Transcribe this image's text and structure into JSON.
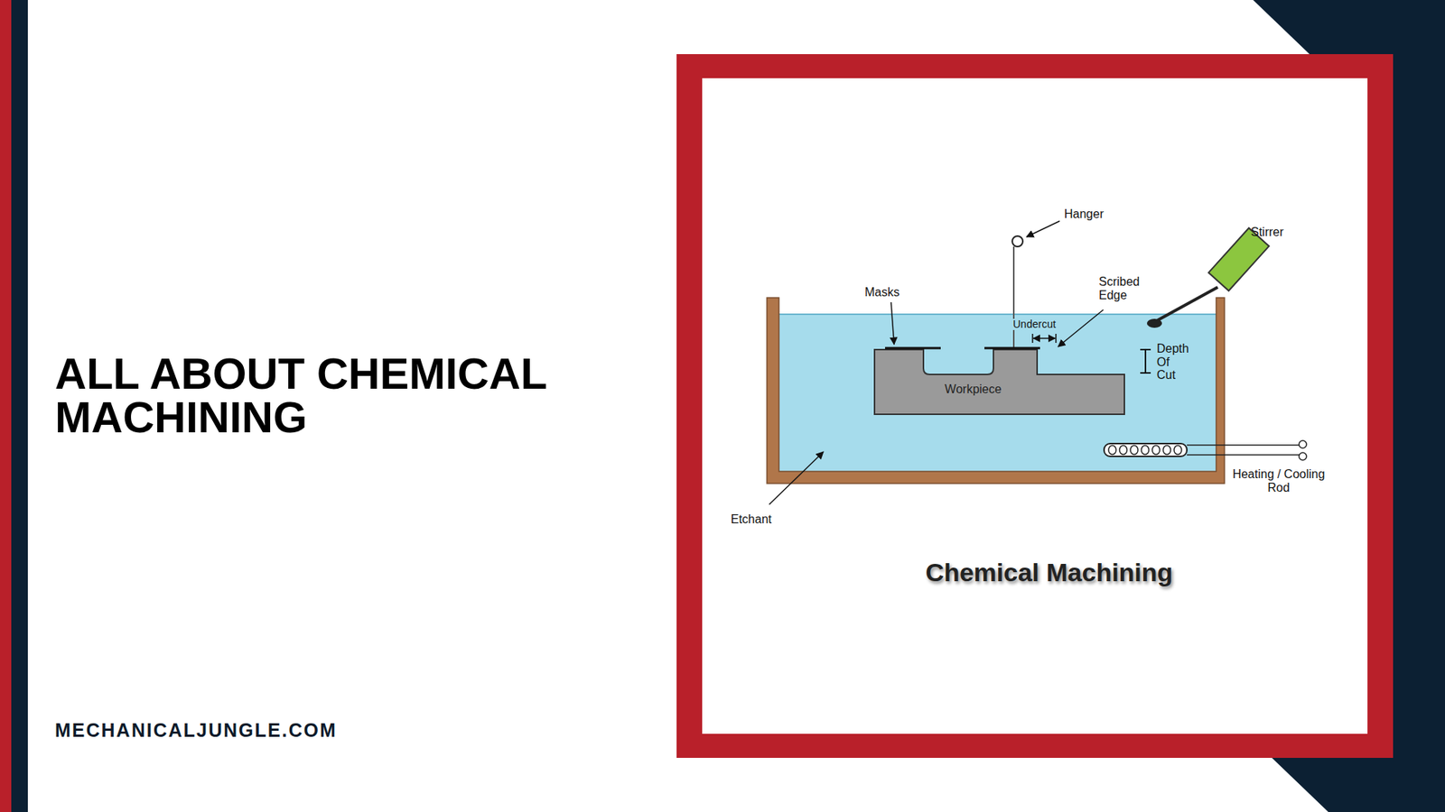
{
  "diagram": {
    "title": "ALL ABOUT CHEMICAL MACHINING",
    "caption": "Chemical Machining",
    "nodes": [
      {
        "text": [
          "Workpiece"
        ]
      }
    ],
    "labels": [
      "Hanger",
      "Stirrer",
      "Masks",
      "Scribed Edge",
      "Undercut",
      "Depth Of Cut",
      "Heating / Cooling Rod",
      "Etchant",
      "MECHANICALJUNGLE.COM"
    ]
  }
}
